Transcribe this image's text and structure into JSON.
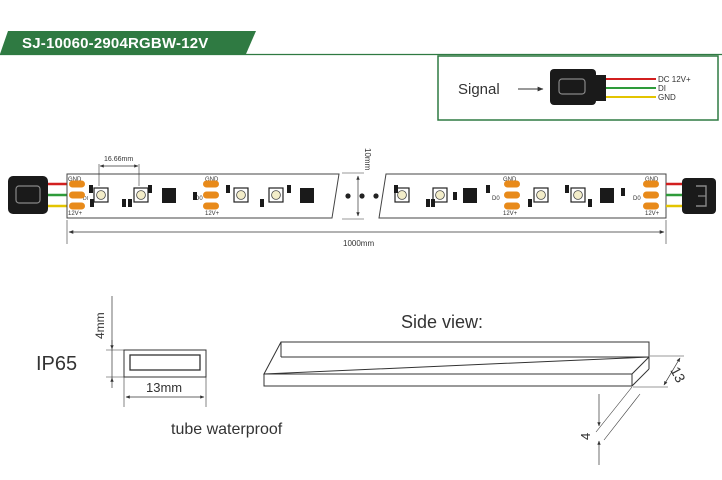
{
  "title": "SJ-10060-2904RGBW-12V",
  "signal_box": {
    "label": "Signal",
    "wires": [
      {
        "label": "DC 12V+",
        "color": "#d21f1f"
      },
      {
        "label": "DI",
        "color": "#2e9b3a"
      },
      {
        "label": "GND",
        "color": "#e3c400"
      }
    ]
  },
  "strip": {
    "pitch_label": "16.66mm",
    "width_label": "10mm",
    "length_label": "1000mm",
    "pad_labels": {
      "gnd": "GND",
      "data": "D0",
      "data_alt": "DI",
      "vcc": "12V+"
    }
  },
  "profile": {
    "rating": "IP65",
    "height_label": "4mm",
    "width_label": "13mm",
    "type_label": "tube  waterproof"
  },
  "side_view": {
    "title": "Side view:",
    "dim_a": "13",
    "dim_b": "4"
  },
  "colors": {
    "banner": "#2f7a42",
    "pad": "#e88a1a",
    "connector": "#1a1a1a"
  }
}
